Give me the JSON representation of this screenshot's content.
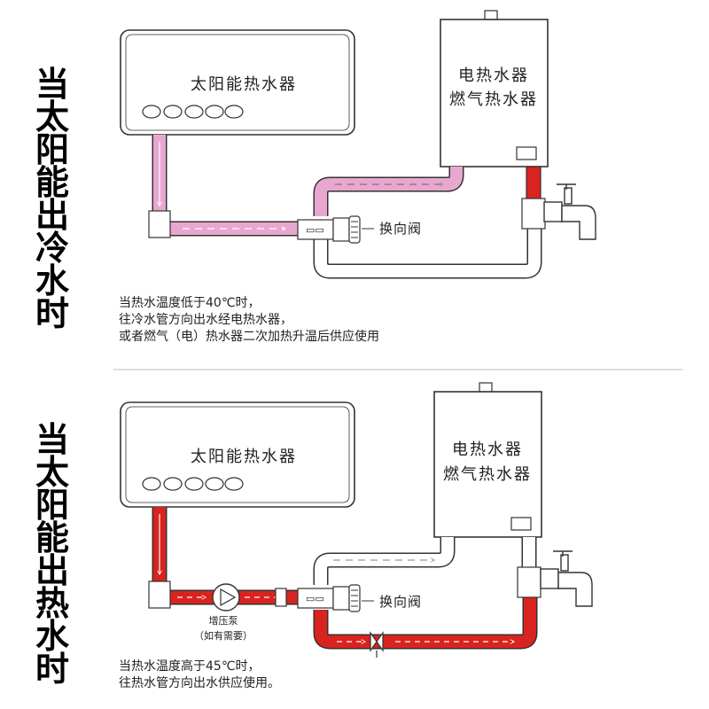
{
  "top_panel": {
    "side_title": [
      "当",
      "太",
      "阳",
      "能",
      "出",
      "冷",
      "水",
      "时"
    ],
    "solar_heater_label": "太阳能热水器",
    "electric_heater_label": "电热水器",
    "gas_heater_label": "燃气热水器",
    "valve_label": "换向阀",
    "note_lines": [
      "当热水温度低于40℃时，",
      "往冷水管方向出水经电热水器，",
      "或者燃气（电）热水器二次加热升温后供应使用"
    ],
    "pipe_color": "#e9a7cf"
  },
  "bottom_panel": {
    "side_title": [
      "当",
      "太",
      "阳",
      "能",
      "出",
      "热",
      "水",
      "时"
    ],
    "solar_heater_label": "太阳能热水器",
    "electric_heater_label": "电热水器",
    "gas_heater_label": "燃气热水器",
    "valve_label": "换向阀",
    "pump_label": "增压泵",
    "pump_note": "（如有需要）",
    "note_lines": [
      "当热水温度高于45℃时，",
      "往热水管方向出水供应使用。"
    ],
    "pipe_color": "#d9231f"
  },
  "colors": {
    "hot_pipe": "#d9231f",
    "cold_pipe": "#e9a7cf",
    "idle_pipe": "#ffffff",
    "outline": "#333333",
    "divider": "#bbbbbb"
  }
}
